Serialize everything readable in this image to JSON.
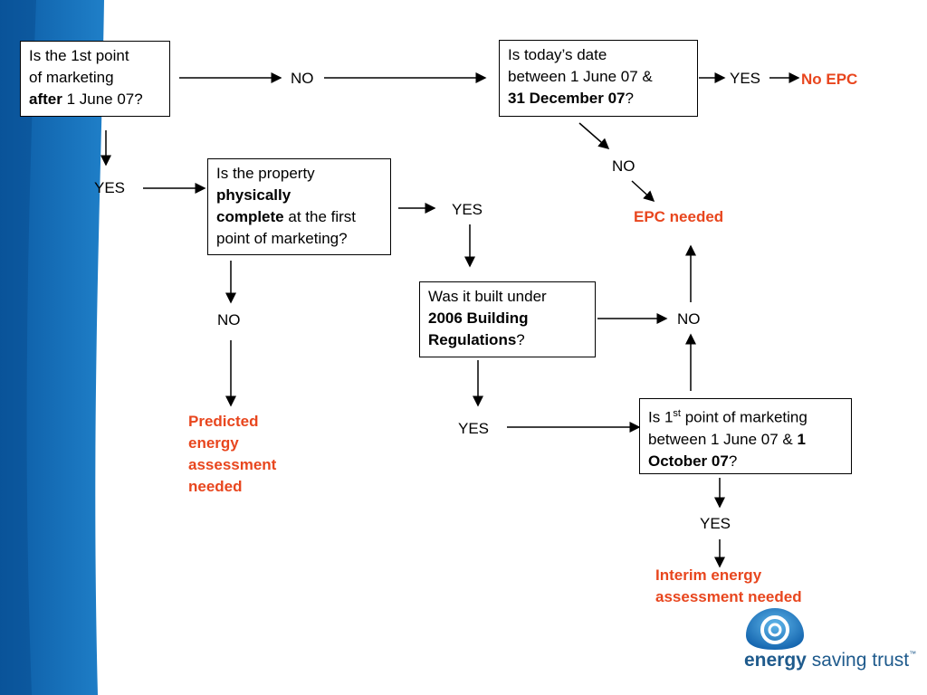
{
  "boxes": {
    "q1": {
      "line1": "Is the 1st point",
      "line2": "of marketing",
      "bold": "after",
      "rest": " 1 June 07?"
    },
    "q2": {
      "line1": "Is today’s date",
      "line2": "between 1 June 07 &",
      "bold": "31 December 07",
      "rest": "?"
    },
    "q3": {
      "line1": "Is the property",
      "bold1": "physically",
      "bold2": "complete",
      "rest2": " at the first",
      "line4": "point of marketing?"
    },
    "q4": {
      "line1": "Was it built under",
      "bold1": "2006 Building",
      "bold2": "Regulations",
      "rest": "?"
    },
    "q5": {
      "pre": "Is 1",
      "sup": "st",
      "post": " point of marketing",
      "line2a": "between 1 June 07 & ",
      "bold1": "1",
      "bold2": "October 07",
      "rest": "?"
    }
  },
  "labels": {
    "no_q1": "NO",
    "yes_q1": "YES",
    "yes_q2": "YES",
    "no_q2": "NO",
    "yes_q3": "YES",
    "no_q3": "NO",
    "no_q4": "NO",
    "yes_q4": "YES",
    "yes_q5": "YES"
  },
  "outcomes": {
    "no_epc": "No EPC",
    "epc_needed": "EPC needed",
    "predicted": [
      "Predicted",
      "energy",
      "assessment",
      "needed"
    ],
    "interim": [
      "Interim energy",
      "assessment needed"
    ]
  },
  "logo": {
    "word1": "energy",
    "word2": " saving trust",
    "tm": "™"
  },
  "colors": {
    "accent": "#e8461e",
    "brand_blue": "#1e73b8"
  }
}
